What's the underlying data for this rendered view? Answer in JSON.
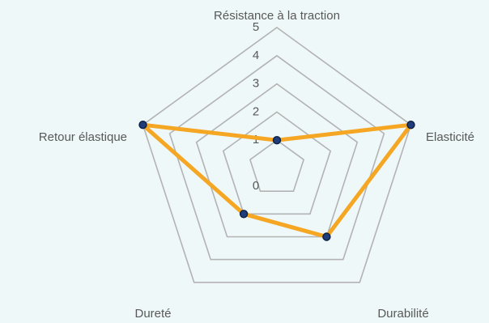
{
  "chart_data": {
    "type": "radar",
    "categories": [
      "Résistance à la traction",
      "Elasticité",
      "Durabilité",
      "Dureté",
      "Retour élastique"
    ],
    "ticks": [
      0,
      1,
      2,
      3,
      4,
      5
    ],
    "rlim": [
      0,
      5
    ],
    "grid": true,
    "series": [
      {
        "values": [
          1,
          5,
          3,
          2,
          5
        ],
        "line_color": "#f5a623",
        "marker_fill": "#1f3d7a",
        "marker_edge": "#0d1f40"
      }
    ],
    "colors": {
      "background": "#eef8f8",
      "grid": "#b3b3b3",
      "text": "#595959"
    }
  }
}
